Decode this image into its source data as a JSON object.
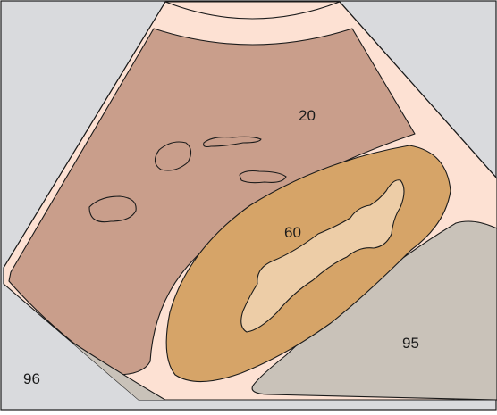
{
  "diagram": {
    "labels": {
      "label_20": "20",
      "label_60": "60",
      "label_95": "95",
      "label_96": "96"
    },
    "colors": {
      "background": "#d9dadd",
      "skin_layer": "#fde1d3",
      "fan_fill": "#c99e8b",
      "organ_outer": "#d6a468",
      "organ_inner": "#edcda7",
      "gray_region": "#c9c2b9",
      "gray_band": "#c9c2b9"
    }
  }
}
